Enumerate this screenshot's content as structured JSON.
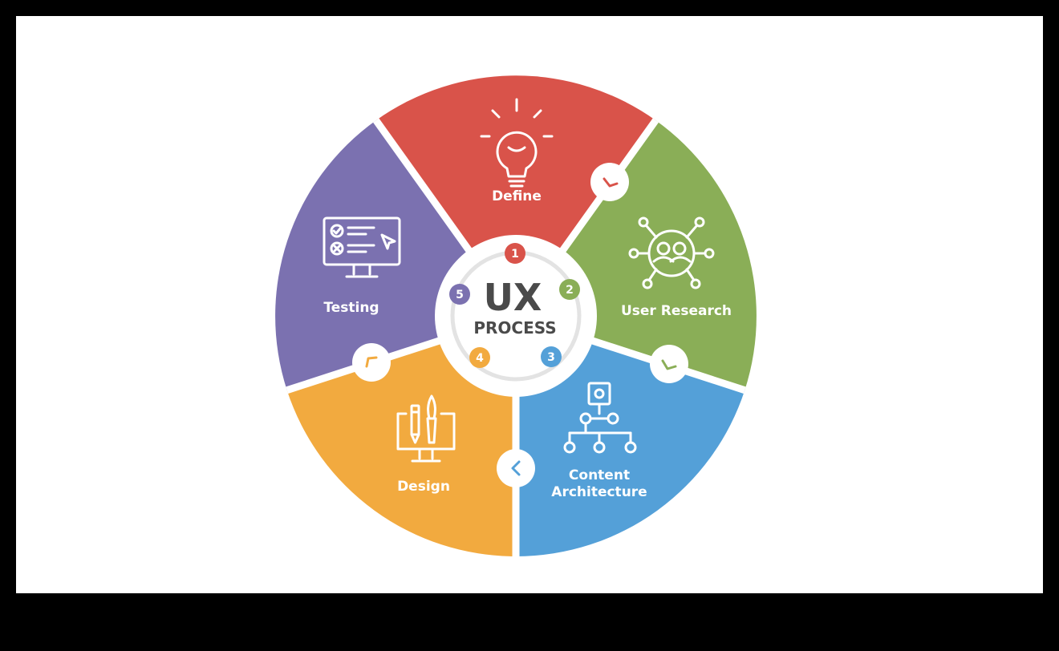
{
  "center": {
    "line1": "UX",
    "line2": "PROCESS",
    "text_color": "#4a4a4a"
  },
  "steps": [
    {
      "number": "1",
      "label": "Define",
      "color": "#d9534a",
      "icon": "lightbulb-icon"
    },
    {
      "number": "2",
      "label": "User Research",
      "color": "#8aae57",
      "icon": "user-network-icon"
    },
    {
      "number": "3",
      "label": [
        "Content",
        "Architecture"
      ],
      "color": "#54a0d8",
      "icon": "sitemap-icon"
    },
    {
      "number": "4",
      "label": "Design",
      "color": "#f2aa3f",
      "icon": "design-tools-monitor-icon"
    },
    {
      "number": "5",
      "label": "Testing",
      "color": "#7b71b0",
      "icon": "checklist-monitor-icon"
    }
  ],
  "background": "#ffffff",
  "frame": "#000000"
}
